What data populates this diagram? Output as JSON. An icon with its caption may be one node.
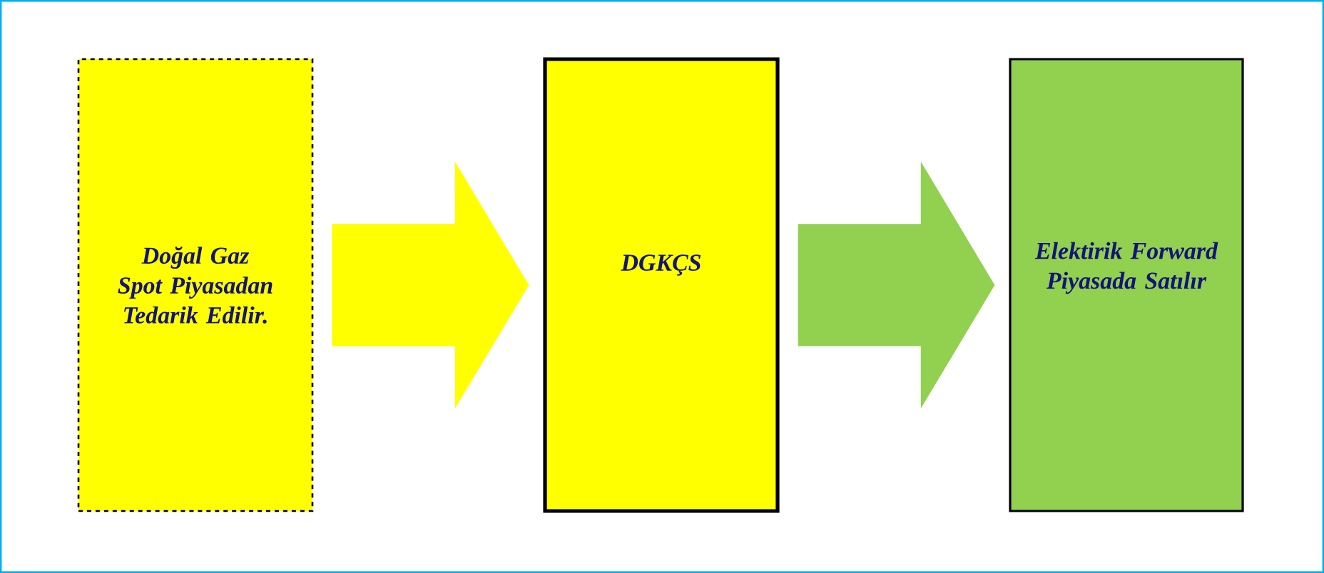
{
  "diagram": {
    "nodes": [
      {
        "text": [
          "Doğal Gaz Spot Piyasadan Tedarik Edilir."
        ]
      },
      {
        "text": [
          "DGKÇS"
        ]
      },
      {
        "text": [
          "Elektirik Forward Piyasada Satılır"
        ]
      }
    ],
    "edges": [
      {
        "from": 0,
        "to": 1,
        "arrow": "to",
        "color": "#ffff00"
      },
      {
        "from": 1,
        "to": 2,
        "arrow": "to",
        "color": "#92d050"
      }
    ]
  }
}
